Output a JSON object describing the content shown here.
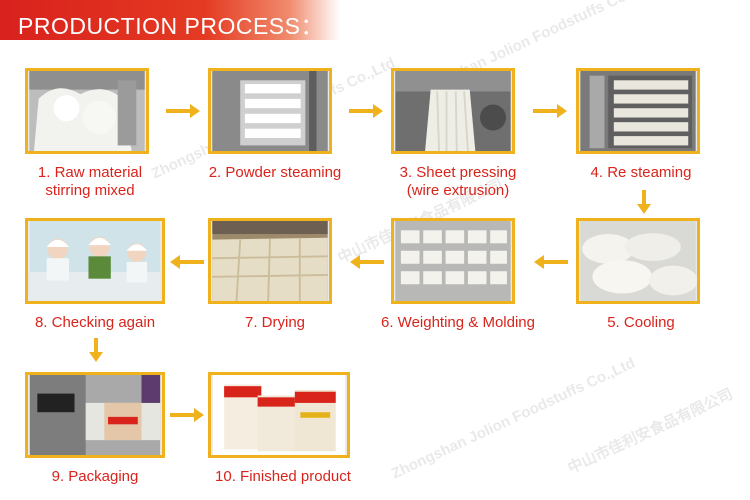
{
  "header": {
    "title": "PRODUCTION PROCESS：",
    "accent_color": "#d9211d"
  },
  "watermark": {
    "text_cn": "中山市佳利安食品有限公司",
    "text_en": "Zhongshan Jolion Foodstuffs Co.,Ltd"
  },
  "arrow_color": "#f0b21c",
  "frame_color": "#f0b21c",
  "label_color": "#d9241c",
  "steps": [
    {
      "label": "1. Raw material\nstirring mixed",
      "image": "raw-material-mixer-photo"
    },
    {
      "label": "2. Powder steaming",
      "image": "powder-steaming-racks-photo"
    },
    {
      "label": "3. Sheet pressing\n(wire extrusion)",
      "image": "wire-extrusion-photo"
    },
    {
      "label": "4. Re steaming",
      "image": "re-steaming-cabinet-photo"
    },
    {
      "label": "5. Cooling",
      "image": "cooling-noodle-bundles-photo"
    },
    {
      "label": "6. Weighting & Molding",
      "image": "molding-conveyor-photo"
    },
    {
      "label": "7. Drying",
      "image": "drying-trays-photo"
    },
    {
      "label": "8. Checking again",
      "image": "workers-checking-photo"
    },
    {
      "label": "9. Packaging",
      "image": "packaging-machine-photo"
    },
    {
      "label": "10. Finished product",
      "image": "finished-product-packs-photo"
    }
  ]
}
